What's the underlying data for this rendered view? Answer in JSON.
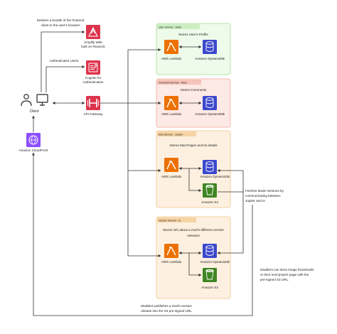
{
  "client": {
    "label": "Client",
    "note_delivers": [
      "Delivers a bundle of the frontend",
      "client to the user's browser"
    ],
    "note_auth": "Authenticates Users",
    "note_upload": [
      "Modders publishes a mod's version",
      "release into the S3 pre-signed URL"
    ]
  },
  "frontend": {
    "amplify_label": [
      "Amplify Web",
      "built on ReactJS"
    ],
    "cognito_label": [
      "Cognito for",
      "Authentication"
    ],
    "gateway_label": "API Gateway",
    "cloudfront_label": "Amazon CloudFront"
  },
  "services": {
    "user": {
      "tag": "User Service - Earth",
      "caption": "Stores User's Profile",
      "lambda": "AWS Lambda",
      "db": "Amazon DynamoDB"
    },
    "comment": {
      "tag": "Comment Service - Mars",
      "caption": "Stores Comments",
      "lambda": "AWS Lambda",
      "db": "Amazon DynamoDB"
    },
    "mod": {
      "tag": "Mod Service - Jupiter",
      "caption": "Stores Mod Pages and its details",
      "lambda": "AWS Lambda",
      "db": "Amazon DynamoDB",
      "s3": "Amazon S3"
    },
    "version": {
      "tag": "Version Service - Io",
      "caption": [
        "Stores info about a mod's different version",
        "releases"
      ],
      "lambda": "AWS Lambda",
      "db": "Amazon DynamoDB",
      "s3": "Amazon S3"
    }
  },
  "notes": {
    "fetch_versions": [
      "Fetches Mods Versions by",
      "communicating between",
      "Jupiter and Io"
    ],
    "modders_store": [
      "Modders can store image thumbnails",
      "or their mod project page with the",
      "pre-signed S3 URL."
    ]
  },
  "icons": {
    "amplify": "amplify-icon",
    "cognito": "cognito-icon",
    "gateway": "api-gateway-icon",
    "cloudfront": "cloudfront-icon",
    "lambda": "lambda-icon",
    "dynamodb": "dynamodb-icon",
    "s3": "s3-icon",
    "client": "user-computer-icon"
  },
  "colors": {
    "red": "#dd344c",
    "orange": "#ed7100",
    "blue": "#3b48cc",
    "green": "#3f8624",
    "purple": "#8c4fff",
    "user_bg": "#eefaea",
    "user_border": "#b7e5a8",
    "user_tag": "#cdeec1",
    "comment_bg": "#fde9e5",
    "comment_border": "#f3b9ae",
    "comment_tag": "#f6c3b8",
    "mod_bg": "#fdf0e0",
    "mod_border": "#f4cf9f",
    "mod_tag": "#f6d3a3",
    "version_bg": "#fdf0e0",
    "version_border": "#f4cf9f",
    "version_tag": "#f6d3a3"
  }
}
